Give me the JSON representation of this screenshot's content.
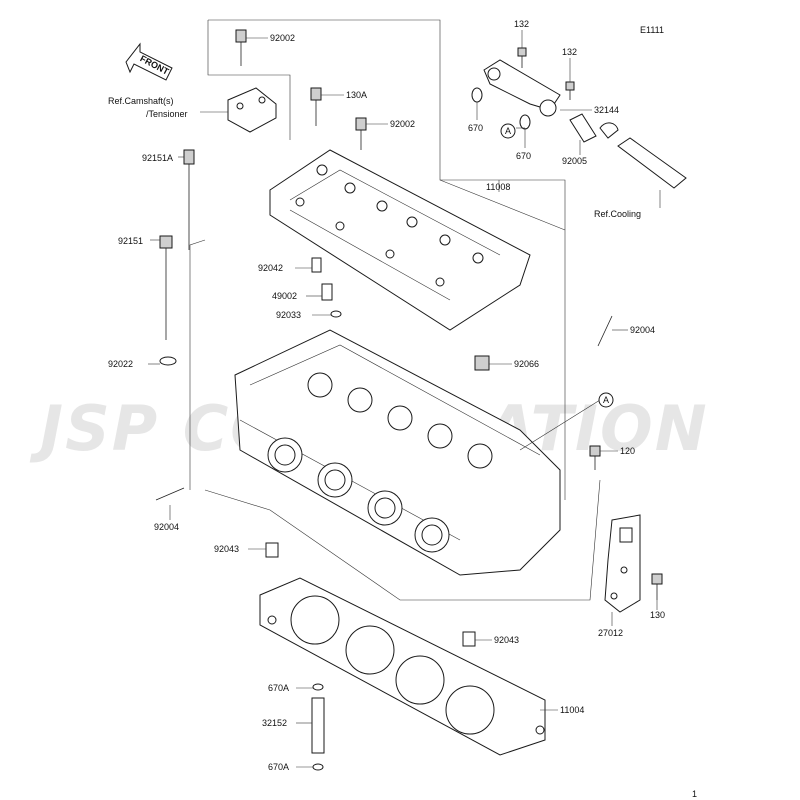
{
  "diagram": {
    "code": "E1111",
    "page_number": "1",
    "front_label": "FRONT",
    "watermark": "JSP CORPORATION",
    "labels": {
      "l_92002_top": "92002",
      "l_130a": "130A",
      "l_92002_mid": "92002",
      "l_camshaft": "Ref.Camshaft(s)",
      "l_tensioner": "/Tensioner",
      "l_92151a": "92151A",
      "l_92151": "92151",
      "l_11008": "11008",
      "l_92042": "92042",
      "l_49002": "49002",
      "l_92033": "92033",
      "l_92004_r": "92004",
      "l_92022": "92022",
      "l_92066": "92066",
      "l_a_right": "A",
      "l_120": "120",
      "l_92004_l": "92004",
      "l_92043_l": "92043",
      "l_130": "130",
      "l_27012": "27012",
      "l_92043_r": "92043",
      "l_670a_top": "670A",
      "l_11004": "11004",
      "l_32152": "32152",
      "l_670a_bot": "670A",
      "l_132_a": "132",
      "l_132_b": "132",
      "l_32144": "32144",
      "l_670_l": "670",
      "l_a_left": "A",
      "l_670_r": "670",
      "l_92005": "92005",
      "l_cooling": "Ref.Cooling"
    }
  }
}
